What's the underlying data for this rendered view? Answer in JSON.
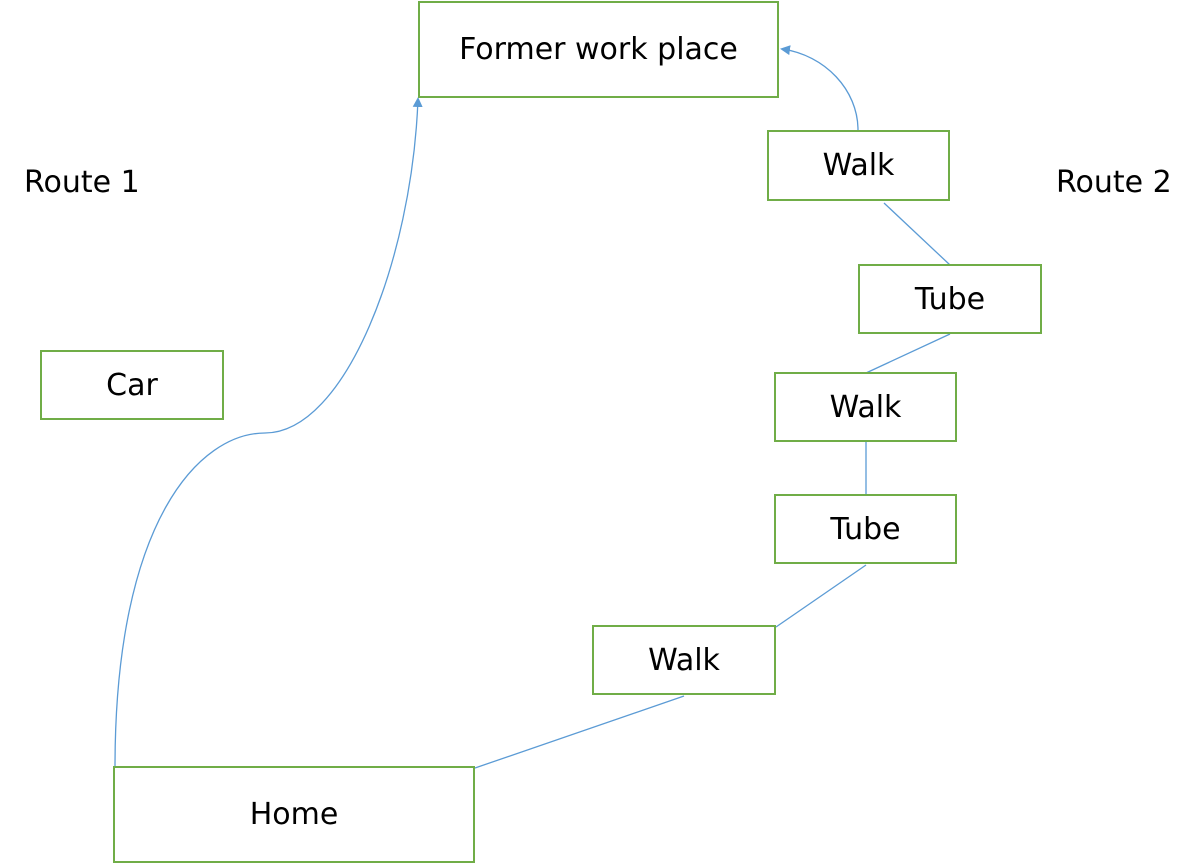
{
  "colors": {
    "box_border": "#70ad47",
    "connector": "#5b9bd5",
    "text": "#000000"
  },
  "labels": {
    "route1": "Route 1",
    "route2": "Route 2"
  },
  "nodes": {
    "work": "Former work place",
    "home": "Home",
    "car": "Car",
    "walk_top": "Walk",
    "tube_upper": "Tube",
    "walk_middle": "Walk",
    "tube_lower": "Tube",
    "walk_bottom": "Walk"
  }
}
